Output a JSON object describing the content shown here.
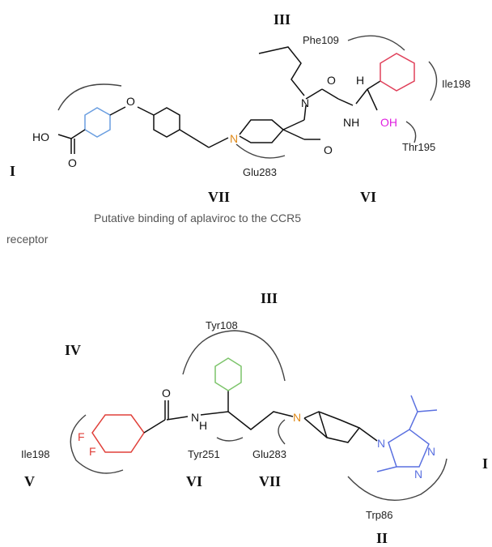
{
  "figure1": {
    "roman_labels": {
      "r1": "III",
      "r2": "I",
      "r3": "VII",
      "r4": "VI"
    },
    "residues": {
      "phe": "Phe109",
      "ile": "Ile198",
      "thr": "Thr195",
      "glu": "Glu283"
    },
    "atoms": {
      "ho": "HO",
      "o_ketone": "O",
      "o_ether": "O",
      "n_pip": "N",
      "n_ring": "N",
      "o_top": "O",
      "o_bottom": "O",
      "h": "H",
      "nh": "NH",
      "oh": "OH"
    },
    "caption_line1": "Putative binding of aplaviroc to the CCR5",
    "caption_line2": "receptor"
  },
  "figure2": {
    "roman_labels": {
      "r1": "III",
      "r2": "IV",
      "r3": "V",
      "r4": "VI",
      "r5": "VII",
      "r6": "II",
      "r7": "I"
    },
    "residues": {
      "tyr108": "Tyr108",
      "ile198": "Ile198",
      "tyr251": "Tyr251",
      "glu283": "Glu283",
      "trp86": "Trp86"
    },
    "atoms": {
      "o": "O",
      "nh": "N",
      "h": "H",
      "n_bridge": "N",
      "f1": "F",
      "f2": "F",
      "n_tri1": "N",
      "n_tri2": "N",
      "n_tri3": "N"
    }
  },
  "colors": {
    "blue_ring": "#6a9ee0",
    "pink_ring": "#e0405a",
    "magenta_oh": "#e020e0",
    "orange_n": "#e08a1a",
    "green_ring": "#7cc46a",
    "red_ring": "#e0403a",
    "blue_triazole": "#5a70e0"
  }
}
